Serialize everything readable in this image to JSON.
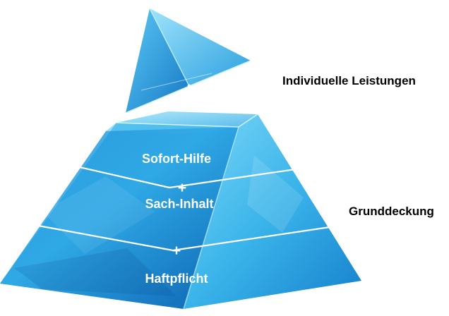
{
  "diagram": {
    "top_label": "Individuelle Leistungen",
    "base_label": "Grunddeckung",
    "layers": [
      {
        "label": "Sofort-Hilfe"
      },
      {
        "label": "Sach-Inhalt"
      },
      {
        "label": "Haftpflicht"
      }
    ],
    "separator_symbol": "+",
    "colors": {
      "pyramid_light": "#4fc3f0",
      "pyramid_mid": "#1e96d8",
      "pyramid_dark": "#0b63b0",
      "text_outside": "#000000",
      "text_inside": "#ffffff"
    }
  }
}
